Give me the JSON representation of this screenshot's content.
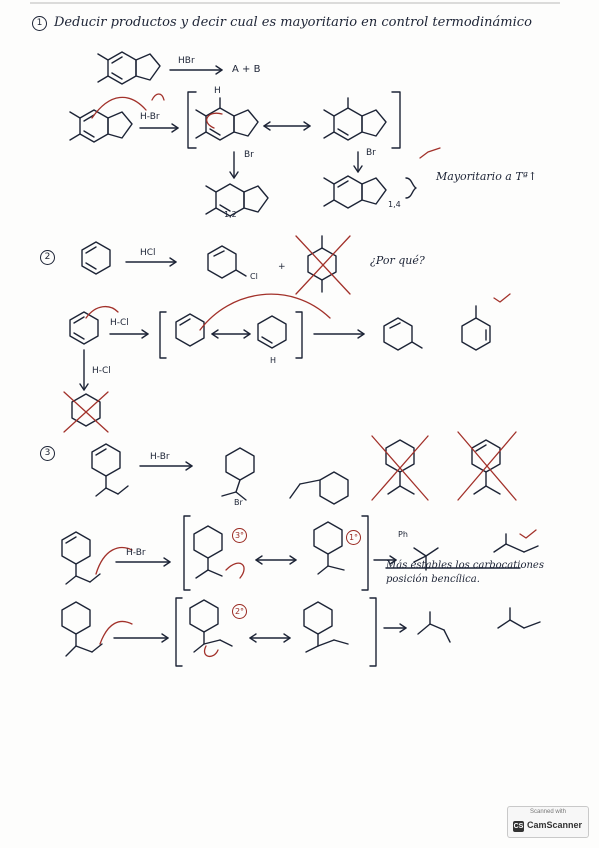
{
  "heading": {
    "number": "1",
    "text": "Deducir productos y decir cual es mayoritario en control termodinámico"
  },
  "section1": {
    "reagent": "HBr",
    "products": "A + B",
    "mech_reagent": "H-Br",
    "h_label": "H",
    "br_label_1": "Br",
    "br_label_2": "Br",
    "label_12": "1,2",
    "label_14": "1,4",
    "note": "Mayoritario a Tª↑"
  },
  "section2": {
    "number": "2",
    "reagent": "HCl",
    "cl_label": "Cl",
    "plus": "+",
    "question": "¿Por qué?",
    "mech_reagent": "H-Cl",
    "mech_reagent_2": "H-Cl",
    "h_label": "H"
  },
  "section3": {
    "number": "3",
    "reagent": "H-Br",
    "mech_reagent": "H-Br",
    "br_label": "Br",
    "ph_label": "Ph",
    "deg3": "3°",
    "deg1": "1°",
    "deg2": "2°",
    "note_line1": "Más estables los carbocationes",
    "note_line2": "posición bencílica."
  },
  "badge": {
    "scanned_with": "Scanned with",
    "app_name": "CamScanner",
    "logo_text": "CS"
  }
}
